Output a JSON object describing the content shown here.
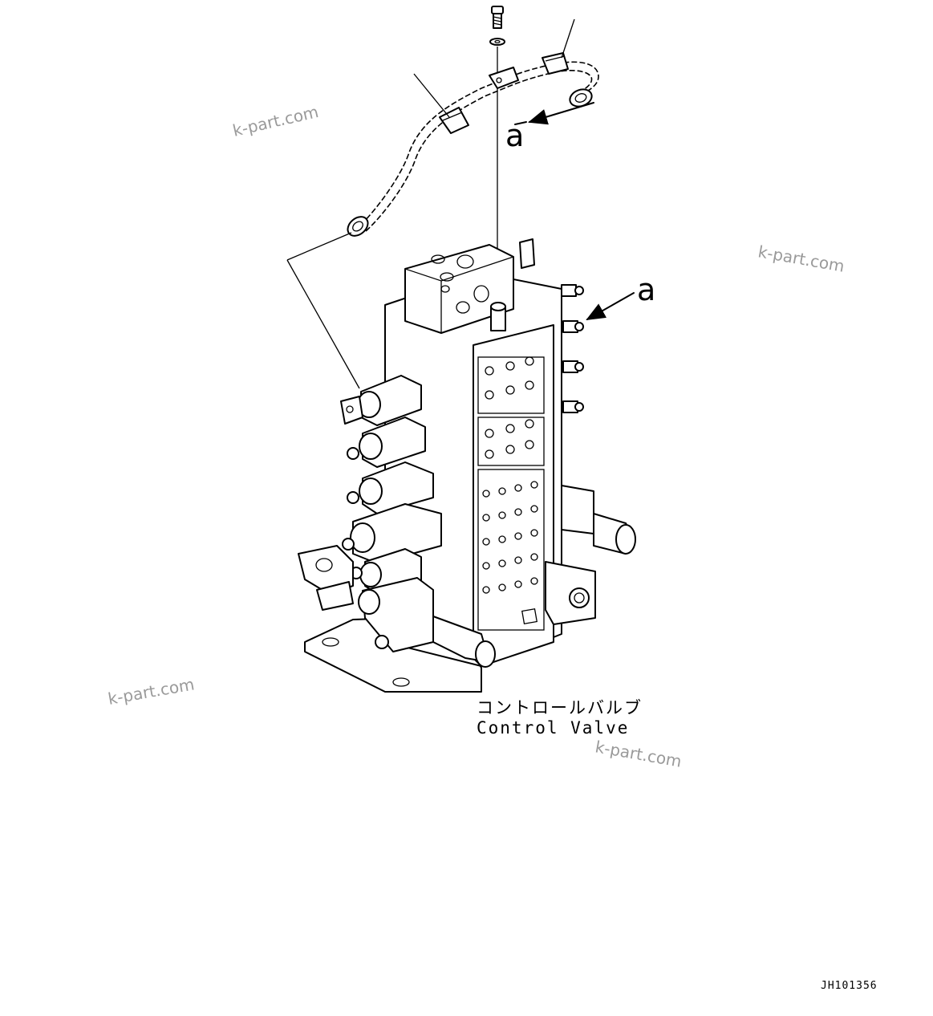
{
  "callouts": {
    "top_arrow_letter": "a",
    "right_arrow_letter": "a"
  },
  "caption": {
    "japanese": "コントロールバルブ",
    "english": "Control Valve"
  },
  "watermarks": [
    "k-part.com",
    "k-part.com",
    "k-part.com",
    "k-part.com"
  ],
  "figure_code": "JH101356"
}
